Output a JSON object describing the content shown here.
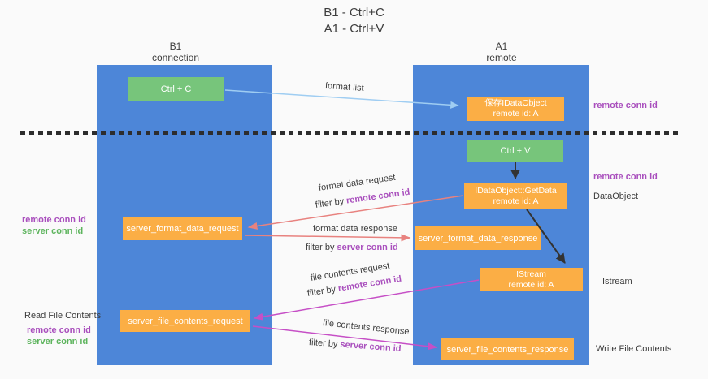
{
  "title": {
    "line1": "B1 - Ctrl+C",
    "line2": "A1 - Ctrl+V"
  },
  "lanes": [
    {
      "name": "B1",
      "subtitle": "connection"
    },
    {
      "name": "A1",
      "subtitle": "remote"
    }
  ],
  "boxes": {
    "ctrl_c": {
      "label": "Ctrl + C"
    },
    "save_idataobject": {
      "line1": "保存IDataObject",
      "line2": "remote id: A"
    },
    "ctrl_v": {
      "label": "Ctrl + V"
    },
    "getdata": {
      "line1": "IDataObject::GetData",
      "line2": "remote id: A"
    },
    "server_format_data_request": {
      "label": "server_format_data_request"
    },
    "server_format_data_response": {
      "label": "server_format_data_response"
    },
    "istream": {
      "line1": "IStream",
      "line2": "remote id: A"
    },
    "server_file_contents_request": {
      "label": "server_file_contents_request"
    },
    "server_file_contents_response": {
      "label": "server_file_contents_response"
    }
  },
  "arrow_labels": {
    "format_list": "format list",
    "format_data_request": "format data request",
    "format_data_response": "format data response",
    "file_contents_request": "file contents request",
    "file_contents_response": "file contents response",
    "filter_by": "filter by ",
    "remote_conn_id": "remote conn id",
    "server_conn_id": "server conn id"
  },
  "side_labels": {
    "read_file_contents": "Read File Contents",
    "write_file_contents": "Write File Contents",
    "dataobject": "DataObject",
    "istream": "Istream",
    "remote_conn_id": "remote conn id",
    "server_conn_id": "server conn id"
  },
  "colors": {
    "lane_blue": "#4d86d8",
    "box_green": "#77c57b",
    "box_orange": "#fbae45",
    "arrow_light_blue": "#9fcdf2",
    "arrow_salmon": "#e8827f",
    "arrow_magenta": "#c64fc6",
    "arrow_black": "#333333",
    "text_purple": "#a94fbd",
    "text_green": "#5db45d",
    "background": "#fafafa"
  }
}
